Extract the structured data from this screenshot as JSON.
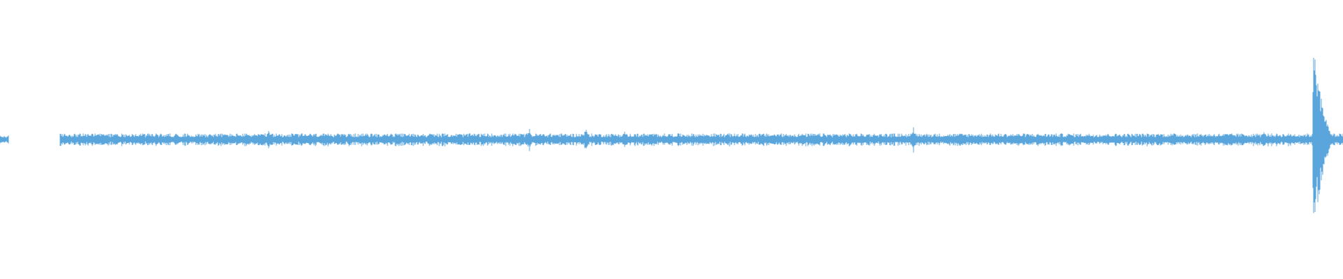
{
  "waveform": {
    "color": "#5aa6dc",
    "background": "#ffffff",
    "segments": [
      {
        "name": "intro-blip",
        "start": 0.0,
        "end": 0.006,
        "level": 0.02
      },
      {
        "name": "main-signal",
        "start": 0.045,
        "end": 1.0,
        "level": 0.03
      }
    ],
    "transients": [
      {
        "position": 0.068,
        "amplitude": 0.05
      },
      {
        "position": 0.2,
        "amplitude": 0.07
      },
      {
        "position": 0.242,
        "amplitude": 0.05
      },
      {
        "position": 0.394,
        "amplitude": 0.09
      },
      {
        "position": 0.436,
        "amplitude": 0.11
      },
      {
        "position": 0.465,
        "amplitude": 0.07
      },
      {
        "position": 0.68,
        "amplitude": 0.1
      },
      {
        "position": 0.862,
        "amplitude": 0.07
      },
      {
        "position": 0.941,
        "amplitude": 0.07
      },
      {
        "position": 0.978,
        "amplitude": 0.68
      }
    ]
  }
}
